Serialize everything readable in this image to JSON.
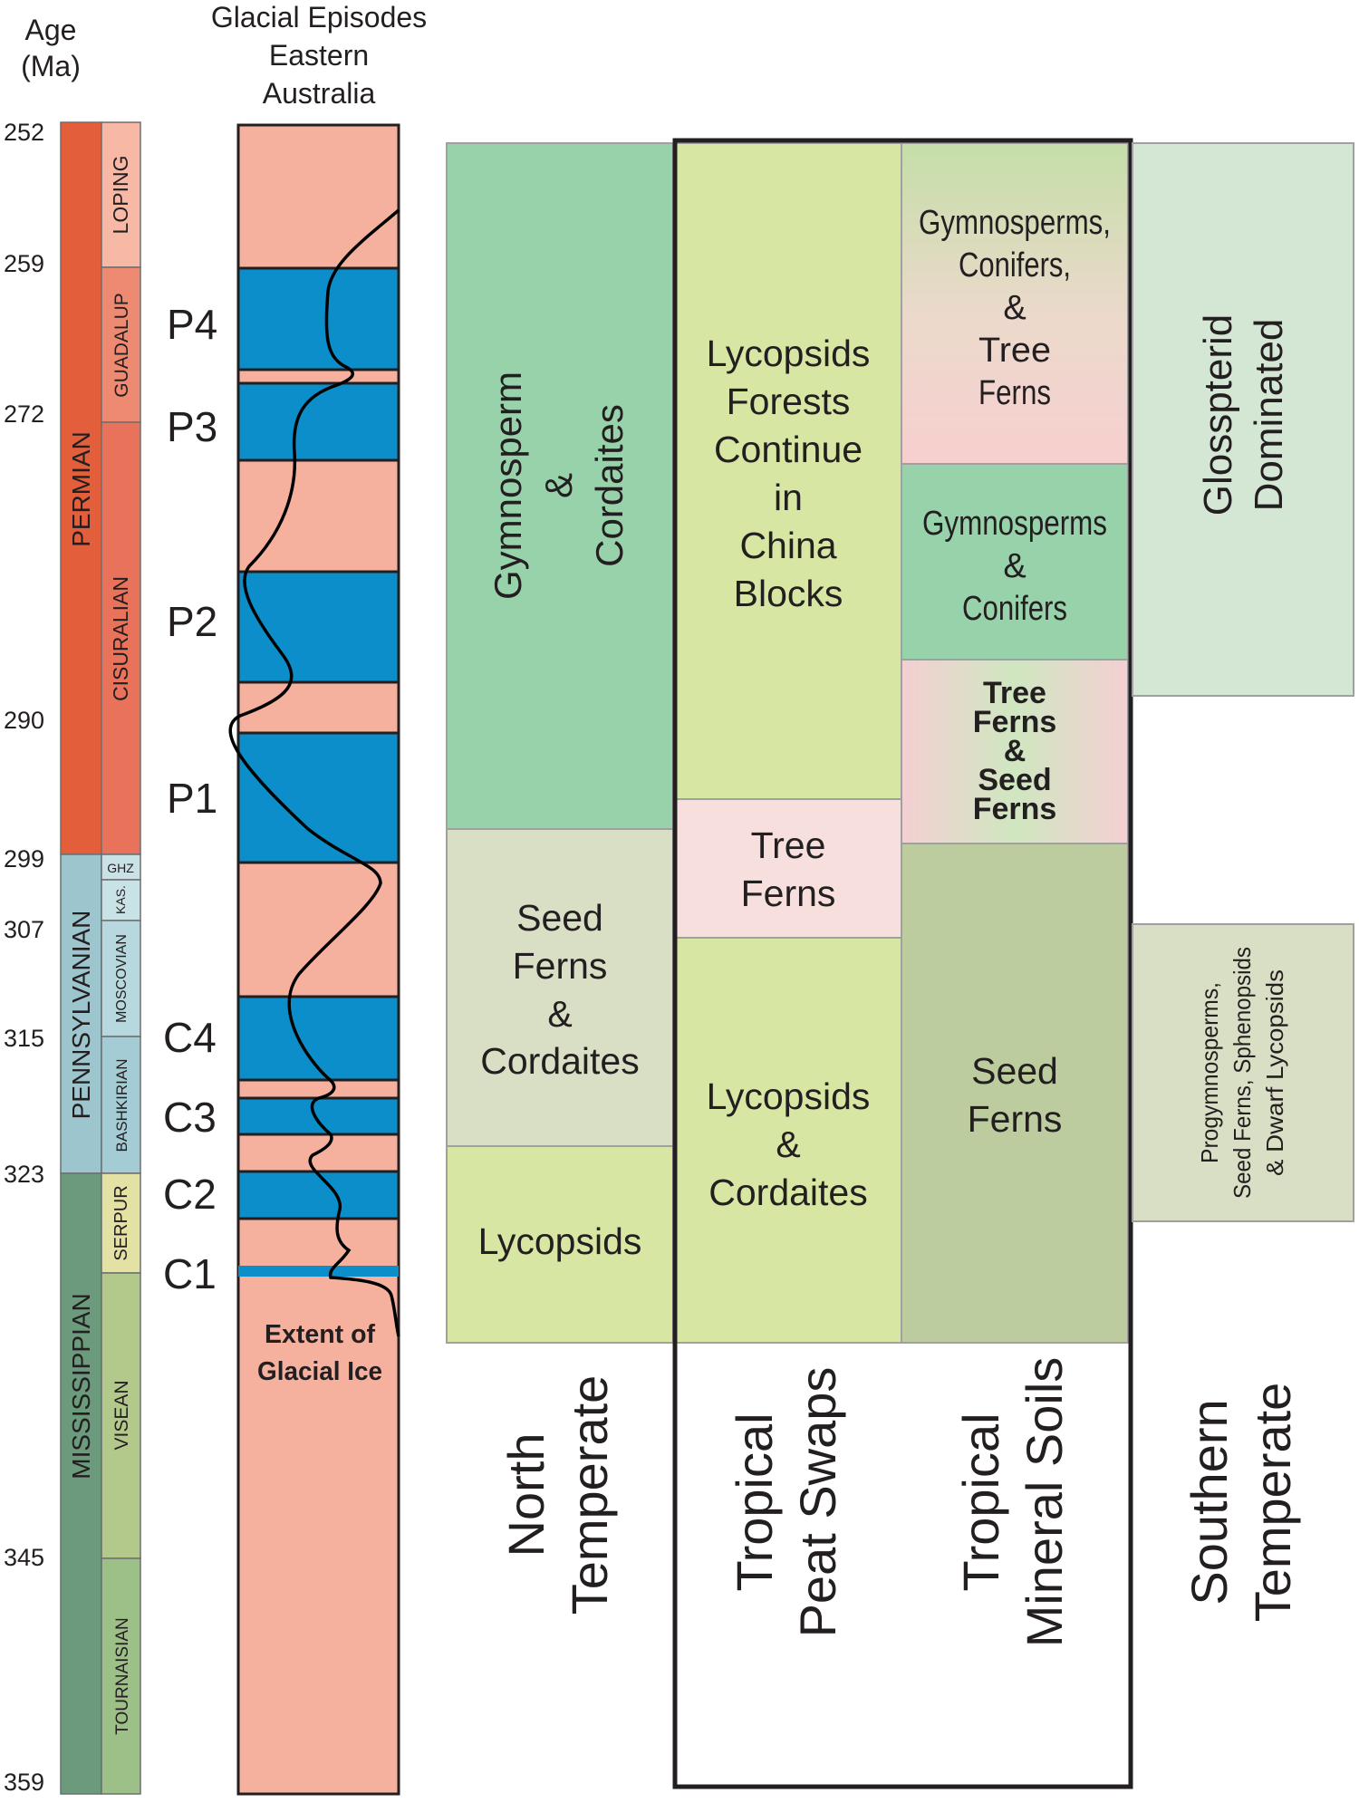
{
  "header": {
    "age_title": [
      "Age",
      "(Ma)"
    ],
    "glacial_title": [
      "Glacial Episodes",
      "Eastern",
      "Australia"
    ]
  },
  "age_ticks": [
    "252",
    "259",
    "272",
    "290",
    "299",
    "307",
    "315",
    "323",
    "345",
    "359"
  ],
  "periods": [
    "PERMIAN",
    "PENNSYLVANIAN",
    "MISSISSIPPIAN"
  ],
  "epochs": [
    "LOPING",
    "GUADALUP",
    "CISURALIAN",
    "GHZ",
    "KAS.",
    "MOSCOVIAN",
    "BASHKIRIAN",
    "SERPUR",
    "VISEAN",
    "TOURNAISIAN"
  ],
  "glacial_labels": [
    "P4",
    "P3",
    "P2",
    "P1",
    "C4",
    "C3",
    "C2",
    "C1"
  ],
  "ice_label": [
    "Extent of",
    "Glacial Ice"
  ],
  "north_temperate": {
    "blocks": [
      [
        "Gymnosperm",
        "&",
        "Cordaites"
      ],
      [
        "Seed",
        "Ferns",
        "&",
        "Cordaites"
      ],
      [
        "Lycopsids"
      ]
    ],
    "column_label": [
      "North",
      "Temperate"
    ]
  },
  "tropical_peat": {
    "blocks": [
      [
        "Lycopsids",
        "Forests",
        "Continue",
        "in",
        "China",
        "Blocks"
      ],
      [
        "Tree",
        "Ferns"
      ],
      [
        "Lycopsids",
        "&",
        "Cordaites"
      ]
    ],
    "column_label": [
      "Tropical",
      "Peat Swaps"
    ]
  },
  "tropical_mineral": {
    "blocks": [
      [
        "Gymnosperms,",
        "Conifers,",
        "&",
        "Tree",
        "Ferns"
      ],
      [
        "Gymnosperms",
        "&",
        "Conifers"
      ],
      [
        "Tree",
        "Ferns",
        "&",
        "Seed",
        "Ferns"
      ],
      [
        "Seed",
        "Ferns"
      ]
    ],
    "column_label": [
      "Tropical",
      "Mineral Soils"
    ]
  },
  "southern_temperate": {
    "blocks": [
      [
        "Glosspterid",
        "Dominated"
      ],
      [
        "Progymnosperms,",
        "Seed Ferns, Sphenopsids",
        "& Dwarf Lycopsids"
      ]
    ],
    "column_label": [
      "Southern",
      "Temperate"
    ]
  },
  "colors": {
    "permian": "#e35f3c",
    "pennsylvanian": "#9cc5cd",
    "mississippian": "#6b9a7d",
    "interglacial": "#f5b19e",
    "glacial": "#0b8ec9",
    "gymnosperm_green": "#98d2aa",
    "pale_green": "#d7e6a3",
    "sage": "#d8dfc4",
    "tree_fern_pink": "#f6dfdc",
    "olive": "#bdcc9e",
    "glosspterid": "#d3e7d4"
  }
}
